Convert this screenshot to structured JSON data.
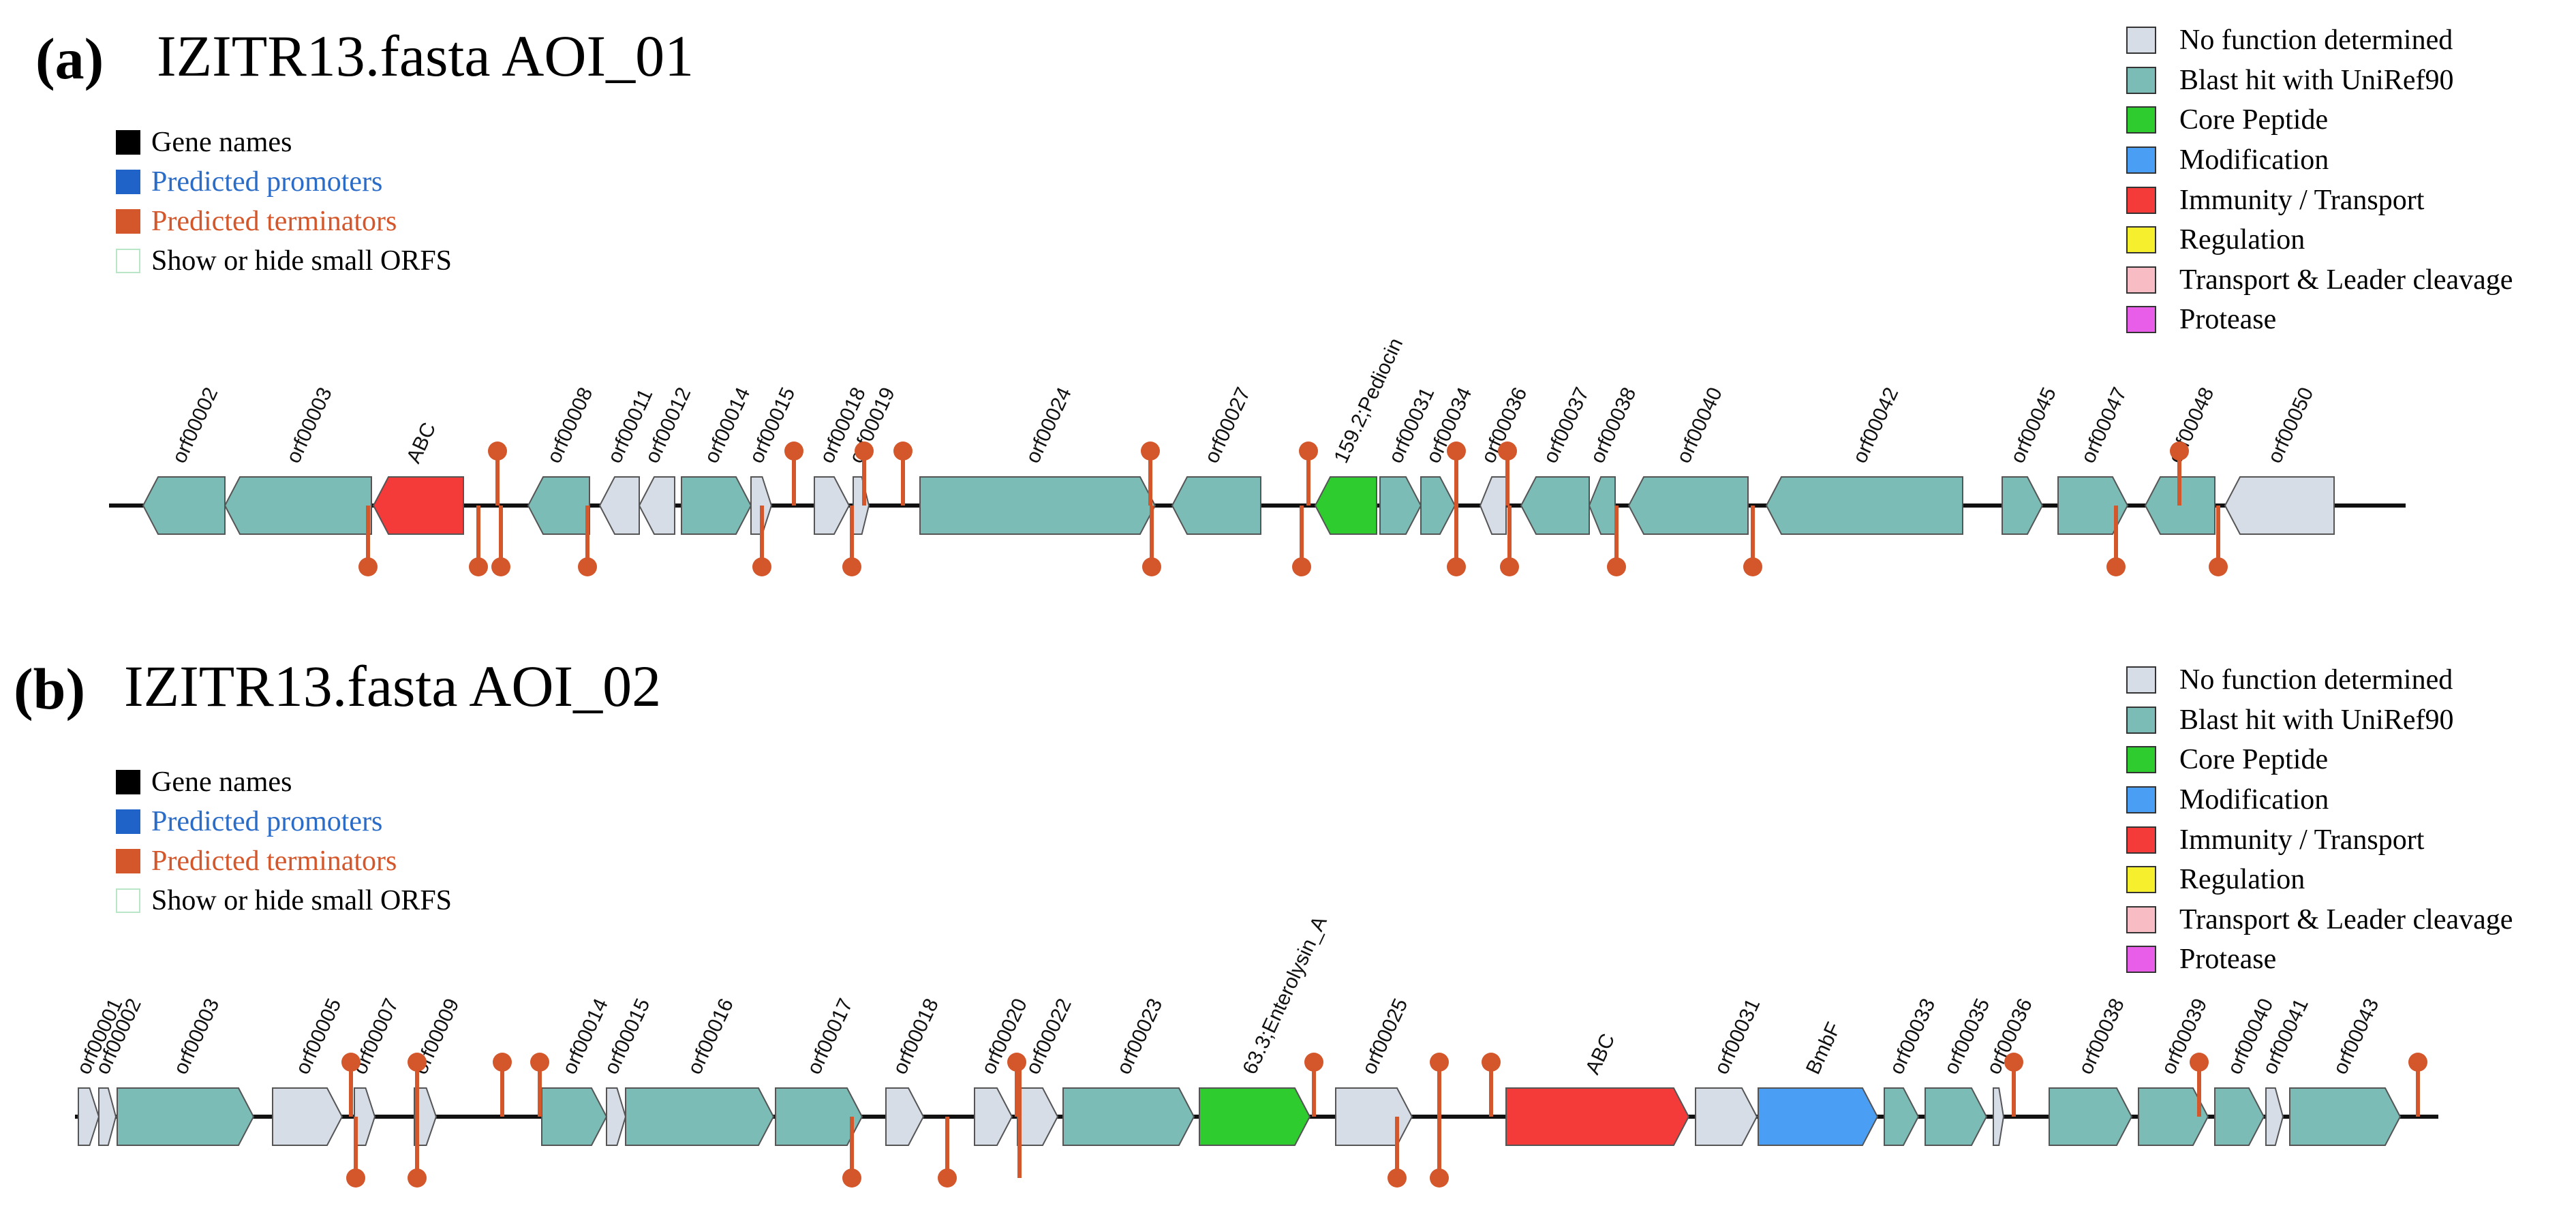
{
  "panels": [
    {
      "letter": "(a)",
      "title": "IZITR13.fasta AOI_01",
      "track_legend": [
        {
          "label": "Gene names",
          "color": "#000000",
          "text_color": "#000000",
          "filled": true
        },
        {
          "label": "Predicted promoters",
          "color": "#1f63c8",
          "text_color": "#2a6cc8",
          "filled": true
        },
        {
          "label": "Predicted terminators",
          "color": "#d4572c",
          "text_color": "#d4572c",
          "filled": true
        },
        {
          "label": "Show or hide small ORFS",
          "color": "#b8e6c6",
          "text_color": "#000000",
          "filled": false
        }
      ],
      "function_legend": [
        {
          "label": "No function determined",
          "color": "#d6dde6"
        },
        {
          "label": "Blast hit with UniRef90",
          "color": "#7bbcb6"
        },
        {
          "label": "Core Peptide",
          "color": "#2ecc2e"
        },
        {
          "label": "Modification",
          "color": "#4a9ff5"
        },
        {
          "label": "Immunity / Transport",
          "color": "#f53a3a"
        },
        {
          "label": "Regulation",
          "color": "#f5ef2e"
        },
        {
          "label": "Transport & Leader cleavage",
          "color": "#f7bcc4"
        },
        {
          "label": "Protease",
          "color": "#e85ee8"
        }
      ],
      "genes": [
        {
          "name": "orf00002",
          "start": 210,
          "end": 330,
          "strand": "-",
          "type": "blast"
        },
        {
          "name": "orf00003",
          "start": 330,
          "end": 545,
          "strand": "-",
          "type": "blast"
        },
        {
          "name": "ABC",
          "start": 548,
          "end": 680,
          "strand": "-",
          "type": "immunity"
        },
        {
          "name": "orf00008",
          "start": 775,
          "end": 865,
          "strand": "-",
          "type": "blast"
        },
        {
          "name": "orf00011",
          "start": 880,
          "end": 938,
          "strand": "-",
          "type": "none"
        },
        {
          "name": "orf00012",
          "start": 938,
          "end": 990,
          "strand": "-",
          "type": "none"
        },
        {
          "name": "orf00014",
          "start": 1000,
          "end": 1102,
          "strand": "+",
          "type": "blast"
        },
        {
          "name": "orf00015",
          "start": 1102,
          "end": 1132,
          "strand": "+",
          "type": "none"
        },
        {
          "name": "orf00018",
          "start": 1195,
          "end": 1246,
          "strand": "+",
          "type": "none"
        },
        {
          "name": "orf00019",
          "start": 1252,
          "end": 1275,
          "strand": "+",
          "type": "none"
        },
        {
          "name": "orf00024",
          "start": 1350,
          "end": 1695,
          "strand": "+",
          "type": "blast"
        },
        {
          "name": "orf00027",
          "start": 1720,
          "end": 1850,
          "strand": "-",
          "type": "blast"
        },
        {
          "name": "159.2;Pediocin",
          "start": 1930,
          "end": 2020,
          "strand": "-",
          "type": "core"
        },
        {
          "name": "orf00031",
          "start": 2025,
          "end": 2085,
          "strand": "+",
          "type": "blast"
        },
        {
          "name": "orf00034",
          "start": 2085,
          "end": 2135,
          "strand": "+",
          "type": "blast"
        },
        {
          "name": "orf00036",
          "start": 2172,
          "end": 2210,
          "strand": "-",
          "type": "none"
        },
        {
          "name": "orf00037",
          "start": 2232,
          "end": 2332,
          "strand": "-",
          "type": "blast"
        },
        {
          "name": "orf00038",
          "start": 2332,
          "end": 2370,
          "strand": "-",
          "type": "blast"
        },
        {
          "name": "orf00040",
          "start": 2390,
          "end": 2565,
          "strand": "-",
          "type": "blast"
        },
        {
          "name": "orf00042",
          "start": 2592,
          "end": 2880,
          "strand": "-",
          "type": "blast"
        },
        {
          "name": "orf00045",
          "start": 2938,
          "end": 2997,
          "strand": "+",
          "type": "blast"
        },
        {
          "name": "orf00047",
          "start": 3020,
          "end": 3122,
          "strand": "+",
          "type": "blast"
        },
        {
          "name": "orf00048",
          "start": 3148,
          "end": 3250,
          "strand": "-",
          "type": "blast"
        },
        {
          "name": "orf00050",
          "start": 3265,
          "end": 3425,
          "strand": "-",
          "type": "none"
        }
      ],
      "terminators_above": [
        730,
        1165,
        1268,
        1325,
        1688,
        1920,
        2137,
        2212,
        3198
      ],
      "terminators_below": [
        540,
        702,
        735,
        862,
        1118,
        1250,
        1690,
        1910,
        2137,
        2215,
        2372,
        2572,
        3105,
        3255
      ]
    },
    {
      "letter": "(b)",
      "title": "IZITR13.fasta AOI_02",
      "track_legend": [
        {
          "label": "Gene names",
          "color": "#000000",
          "text_color": "#000000",
          "filled": true
        },
        {
          "label": "Predicted promoters",
          "color": "#1f63c8",
          "text_color": "#2a6cc8",
          "filled": true
        },
        {
          "label": "Predicted terminators",
          "color": "#d4572c",
          "text_color": "#d4572c",
          "filled": true
        },
        {
          "label": "Show or hide small ORFS",
          "color": "#b8e6c6",
          "text_color": "#000000",
          "filled": false
        }
      ],
      "function_legend": [
        {
          "label": "No function determined",
          "color": "#d6dde6"
        },
        {
          "label": "Blast hit with UniRef90",
          "color": "#7bbcb6"
        },
        {
          "label": "Core Peptide",
          "color": "#2ecc2e"
        },
        {
          "label": "Modification",
          "color": "#4a9ff5"
        },
        {
          "label": "Immunity / Transport",
          "color": "#f53a3a"
        },
        {
          "label": "Regulation",
          "color": "#f5ef2e"
        },
        {
          "label": "Transport & Leader cleavage",
          "color": "#f7bcc4"
        },
        {
          "label": "Protease",
          "color": "#e85ee8"
        }
      ],
      "genes": [
        {
          "name": "orf00001",
          "start": 115,
          "end": 145,
          "strand": "+",
          "type": "none"
        },
        {
          "name": "orf00002",
          "start": 145,
          "end": 170,
          "strand": "+",
          "type": "none"
        },
        {
          "name": "orf00003",
          "start": 172,
          "end": 372,
          "strand": "+",
          "type": "blast"
        },
        {
          "name": "orf00005",
          "start": 400,
          "end": 502,
          "strand": "+",
          "type": "none"
        },
        {
          "name": "orf00007",
          "start": 520,
          "end": 550,
          "strand": "+",
          "type": "none"
        },
        {
          "name": "orf00009",
          "start": 608,
          "end": 640,
          "strand": "+",
          "type": "none"
        },
        {
          "name": "orf00014",
          "start": 795,
          "end": 890,
          "strand": "+",
          "type": "blast"
        },
        {
          "name": "orf00015",
          "start": 890,
          "end": 918,
          "strand": "+",
          "type": "none"
        },
        {
          "name": "orf00016",
          "start": 918,
          "end": 1135,
          "strand": "+",
          "type": "blast"
        },
        {
          "name": "orf00017",
          "start": 1138,
          "end": 1265,
          "strand": "+",
          "type": "blast"
        },
        {
          "name": "orf00018",
          "start": 1300,
          "end": 1355,
          "strand": "+",
          "type": "none"
        },
        {
          "name": "orf00020",
          "start": 1430,
          "end": 1485,
          "strand": "+",
          "type": "none"
        },
        {
          "name": "orf00022",
          "start": 1493,
          "end": 1552,
          "strand": "+",
          "type": "none"
        },
        {
          "name": "orf00023",
          "start": 1560,
          "end": 1752,
          "strand": "+",
          "type": "blast"
        },
        {
          "name": "63.3;Enterolysin_A",
          "start": 1760,
          "end": 1922,
          "strand": "+",
          "type": "core"
        },
        {
          "name": "orf00025",
          "start": 1960,
          "end": 2072,
          "strand": "+",
          "type": "none"
        },
        {
          "name": "ABC",
          "start": 2210,
          "end": 2478,
          "strand": "+",
          "type": "immunity"
        },
        {
          "name": "orf00031",
          "start": 2488,
          "end": 2578,
          "strand": "+",
          "type": "none"
        },
        {
          "name": "BmbF",
          "start": 2580,
          "end": 2755,
          "strand": "+",
          "type": "modification"
        },
        {
          "name": "orf00033",
          "start": 2765,
          "end": 2815,
          "strand": "+",
          "type": "blast"
        },
        {
          "name": "orf00035",
          "start": 2825,
          "end": 2915,
          "strand": "+",
          "type": "blast"
        },
        {
          "name": "orf00036",
          "start": 2925,
          "end": 2940,
          "strand": "+",
          "type": "none"
        },
        {
          "name": "orf00038",
          "start": 3007,
          "end": 3128,
          "strand": "+",
          "type": "blast"
        },
        {
          "name": "orf00039",
          "start": 3138,
          "end": 3240,
          "strand": "+",
          "type": "blast"
        },
        {
          "name": "orf00040",
          "start": 3250,
          "end": 3322,
          "strand": "+",
          "type": "blast"
        },
        {
          "name": "orf00041",
          "start": 3325,
          "end": 3350,
          "strand": "+",
          "type": "none"
        },
        {
          "name": "orf00043",
          "start": 3360,
          "end": 3522,
          "strand": "+",
          "type": "blast"
        }
      ],
      "terminators_above": [
        515,
        612,
        737,
        792,
        1492,
        1928,
        2112,
        2188,
        2955,
        3227,
        3548
      ],
      "terminators_below": [
        522,
        612,
        1250,
        1390,
        2050,
        2112
      ],
      "terminators_through": [
        612,
        1496,
        2112
      ]
    }
  ],
  "colors": {
    "baseline": "#111111",
    "terminator": "#d4572c",
    "gene_stroke": "#555555",
    "none": "#d6dde6",
    "blast": "#7bbcb6",
    "core": "#2ecc2e",
    "modification": "#4a9ff5",
    "immunity": "#f53a3a",
    "regulation": "#f5ef2e",
    "transport": "#f7bcc4",
    "protease": "#e85ee8"
  }
}
